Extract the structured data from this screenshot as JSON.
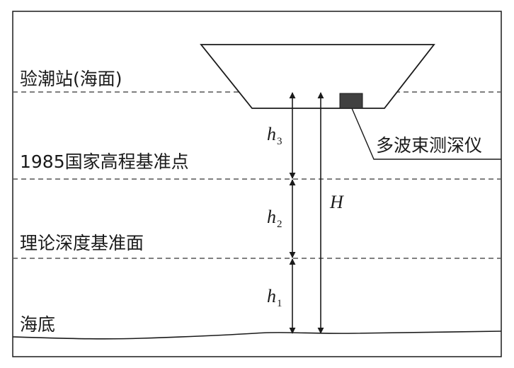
{
  "labels": {
    "tide_station": "验潮站(海面)",
    "datum_1985": "1985国家高程基准点",
    "theoretical_datum": "理论深度基准面",
    "seabed": "海底",
    "multibeam": "多波束测深仪"
  },
  "variables": {
    "h3": {
      "main": "h",
      "sub": "3"
    },
    "h2": {
      "main": "h",
      "sub": "2"
    },
    "h1": {
      "main": "h",
      "sub": "1"
    },
    "H": {
      "main": "H"
    }
  },
  "colors": {
    "stroke": "#1a1a1a",
    "dash": "#555555",
    "transducer": "#404040"
  }
}
